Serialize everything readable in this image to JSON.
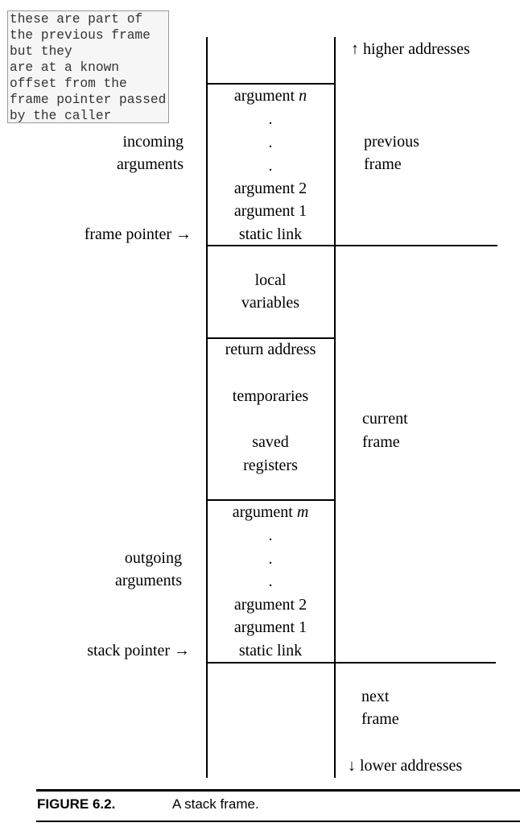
{
  "note": {
    "lines": [
      "these are part of",
      "the previous frame",
      "but they",
      "are at a known",
      "offset from the",
      "frame pointer passed",
      "by the caller"
    ]
  },
  "stack": {
    "incoming_args": {
      "argument_n": "argument",
      "argument_n_var": "n",
      "dots": [
        ".",
        ".",
        "."
      ],
      "argument_2": "argument 2",
      "argument_1": "argument 1",
      "static_link": "static link"
    },
    "locals": [
      "local",
      "variables"
    ],
    "return_address": "return address",
    "temporaries": "temporaries",
    "saved_registers": [
      "saved",
      "registers"
    ],
    "outgoing_args": {
      "argument_m": "argument",
      "argument_m_var": "m",
      "dots": [
        ".",
        ".",
        "."
      ],
      "argument_2": "argument 2",
      "argument_1": "argument 1",
      "static_link": "static link"
    }
  },
  "left_labels": {
    "incoming": [
      "incoming",
      "arguments"
    ],
    "frame_pointer": "frame pointer →",
    "outgoing": [
      "outgoing",
      "arguments"
    ],
    "stack_pointer": "stack pointer →"
  },
  "right_labels": {
    "higher": "↑ higher addresses",
    "previous": [
      "previous",
      "frame"
    ],
    "current": [
      "current",
      "frame"
    ],
    "next": [
      "next",
      "frame"
    ],
    "lower": "↓ lower addresses"
  },
  "caption": {
    "label": "FIGURE 6.2.",
    "text": "A stack frame."
  }
}
